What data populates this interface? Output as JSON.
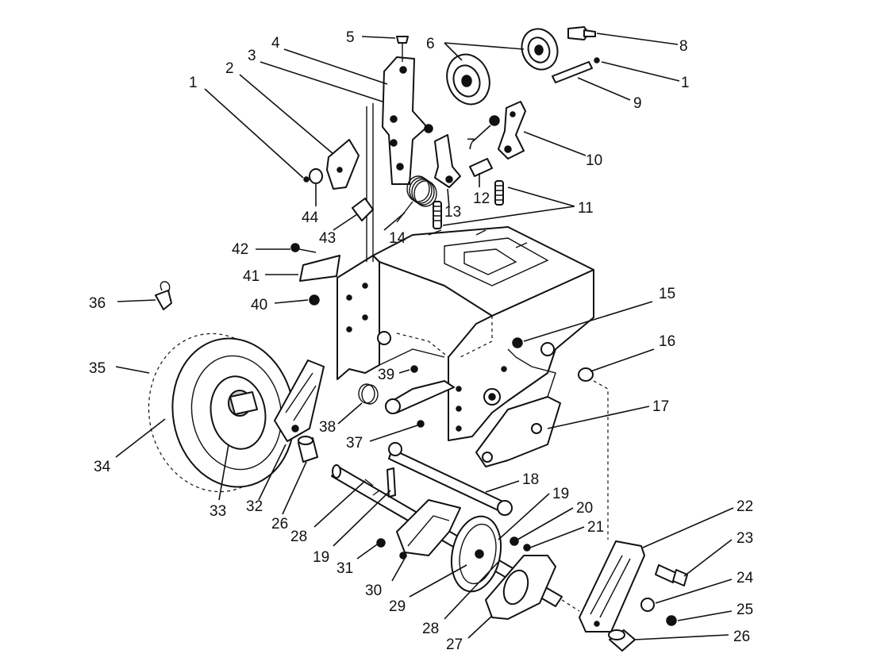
{
  "diagram": {
    "callouts": [
      {
        "label": "1"
      },
      {
        "label": "2"
      },
      {
        "label": "3"
      },
      {
        "label": "4"
      },
      {
        "label": "5"
      },
      {
        "label": "6"
      },
      {
        "label": "8"
      },
      {
        "label": "1"
      },
      {
        "label": "9"
      },
      {
        "label": "7"
      },
      {
        "label": "10"
      },
      {
        "label": "12"
      },
      {
        "label": "11"
      },
      {
        "label": "13"
      },
      {
        "label": "14"
      },
      {
        "label": "44"
      },
      {
        "label": "43"
      },
      {
        "label": "42"
      },
      {
        "label": "41"
      },
      {
        "label": "40"
      },
      {
        "label": "36"
      },
      {
        "label": "35"
      },
      {
        "label": "34"
      },
      {
        "label": "33"
      },
      {
        "label": "32"
      },
      {
        "label": "26"
      },
      {
        "label": "15"
      },
      {
        "label": "16"
      },
      {
        "label": "17"
      },
      {
        "label": "39"
      },
      {
        "label": "38"
      },
      {
        "label": "37"
      },
      {
        "label": "18"
      },
      {
        "label": "19"
      },
      {
        "label": "20"
      },
      {
        "label": "21"
      },
      {
        "label": "22"
      },
      {
        "label": "23"
      },
      {
        "label": "24"
      },
      {
        "label": "25"
      },
      {
        "label": "26"
      },
      {
        "label": "27"
      },
      {
        "label": "28"
      },
      {
        "label": "29"
      },
      {
        "label": "30"
      },
      {
        "label": "31"
      },
      {
        "label": "19"
      },
      {
        "label": "28"
      }
    ]
  }
}
